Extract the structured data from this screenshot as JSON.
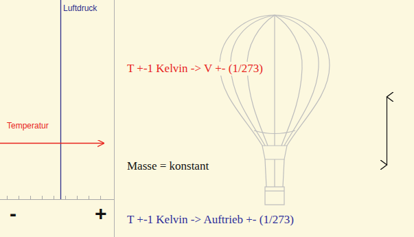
{
  "diagram": {
    "labels": [
      "Luftdruck",
      "Temperatur",
      "-",
      "+",
      "T +-1 Kelvin -> V +- (1/273)",
      "Masse = konstant",
      "T +-1 Kelvin -> Auftrieb +- (1/273)"
    ]
  }
}
